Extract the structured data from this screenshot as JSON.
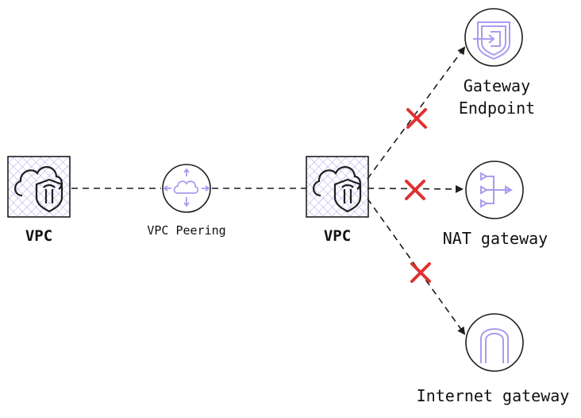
{
  "nodes": {
    "vpc_left": {
      "label": "VPC",
      "icon": "vpc-cloud-shield-icon"
    },
    "peering": {
      "label": "VPC Peering",
      "icon": "vpc-peering-cloud-icon"
    },
    "vpc_right": {
      "label": "VPC",
      "icon": "vpc-cloud-shield-icon"
    },
    "gateway_endpoint": {
      "label_line1": "Gateway",
      "label_line2": "Endpoint",
      "icon": "gateway-endpoint-icon"
    },
    "nat_gateway": {
      "label": "NAT gateway",
      "icon": "nat-gateway-icon"
    },
    "internet_gateway": {
      "label": "Internet gateway",
      "icon": "internet-gateway-icon"
    }
  },
  "edges": [
    {
      "from": "vpc_left",
      "to": "peering",
      "style": "dashed"
    },
    {
      "from": "peering",
      "to": "vpc_right",
      "style": "dashed"
    },
    {
      "from": "vpc_right",
      "to": "gateway_endpoint",
      "style": "dashed-arrow",
      "blocked": true
    },
    {
      "from": "vpc_right",
      "to": "nat_gateway",
      "style": "dashed-arrow",
      "blocked": true
    },
    {
      "from": "vpc_right",
      "to": "internet_gateway",
      "style": "dashed-arrow",
      "blocked": true
    }
  ],
  "colors": {
    "icon_purple": "#a89cf0",
    "block_red": "#e03131",
    "line": "#1e1e1e"
  }
}
